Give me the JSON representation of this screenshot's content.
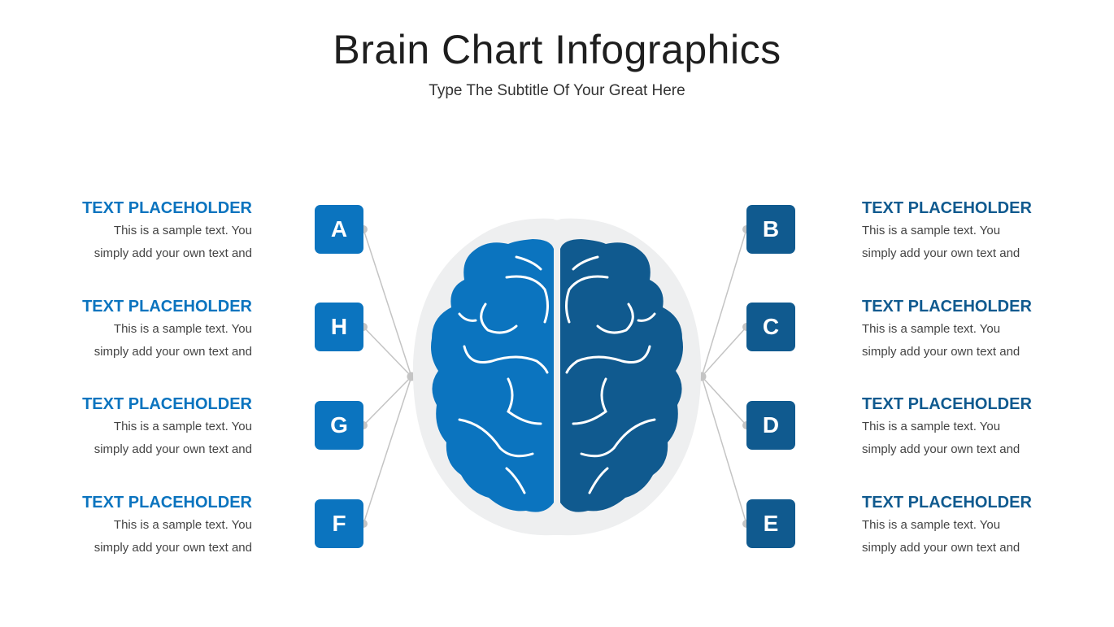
{
  "title": "Brain Chart Infographics",
  "subtitle": "Type The Subtitle Of Your Great Here",
  "colors": {
    "left_hemisphere": "#0b74bf",
    "right_hemisphere": "#105a8f",
    "heading_left": "#0b74bf",
    "heading_right": "#105a8f",
    "connector": "#c4c4c4",
    "halo": "#eeeff0"
  },
  "left_items": [
    {
      "letter": "A",
      "heading": "TEXT PLACEHOLDER",
      "body": "This is a sample text. You simply add your own text and"
    },
    {
      "letter": "H",
      "heading": "TEXT PLACEHOLDER",
      "body": "This is a sample text. You simply add your own text and"
    },
    {
      "letter": "G",
      "heading": "TEXT PLACEHOLDER",
      "body": "This is a sample text. You simply add your own text and"
    },
    {
      "letter": "F",
      "heading": "TEXT PLACEHOLDER",
      "body": "This is a sample text. You simply add your own text and"
    }
  ],
  "right_items": [
    {
      "letter": "B",
      "heading": "TEXT PLACEHOLDER",
      "body": "This is a sample text. You simply add your own text and"
    },
    {
      "letter": "C",
      "heading": "TEXT PLACEHOLDER",
      "body": "This is a sample text. You simply add your own text and"
    },
    {
      "letter": "D",
      "heading": "TEXT PLACEHOLDER",
      "body": "This is a sample text. You simply add your own text and"
    },
    {
      "letter": "E",
      "heading": "TEXT PLACEHOLDER",
      "body": "This is a sample text. You simply add your own text and"
    }
  ]
}
